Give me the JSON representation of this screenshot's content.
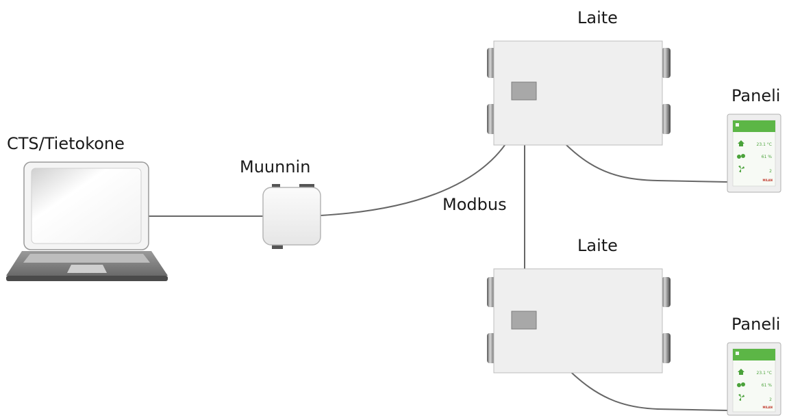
{
  "labels": {
    "computer": "CTS/Tietokone",
    "converter": "Muunnin",
    "unit_top": "Laite",
    "unit_bottom": "Laite",
    "panel_top": "Paneli",
    "panel_bottom": "Paneli",
    "bus": "Modbus"
  },
  "panel_display": {
    "temperature": "23.1 °C",
    "humidity": "61 %",
    "fan_speed": "2",
    "brand": "MILAN"
  },
  "colors": {
    "line": "#666666",
    "panel_header": "#5cb646",
    "panel_icon": "#4aa23a",
    "device_body": "#efefef"
  }
}
